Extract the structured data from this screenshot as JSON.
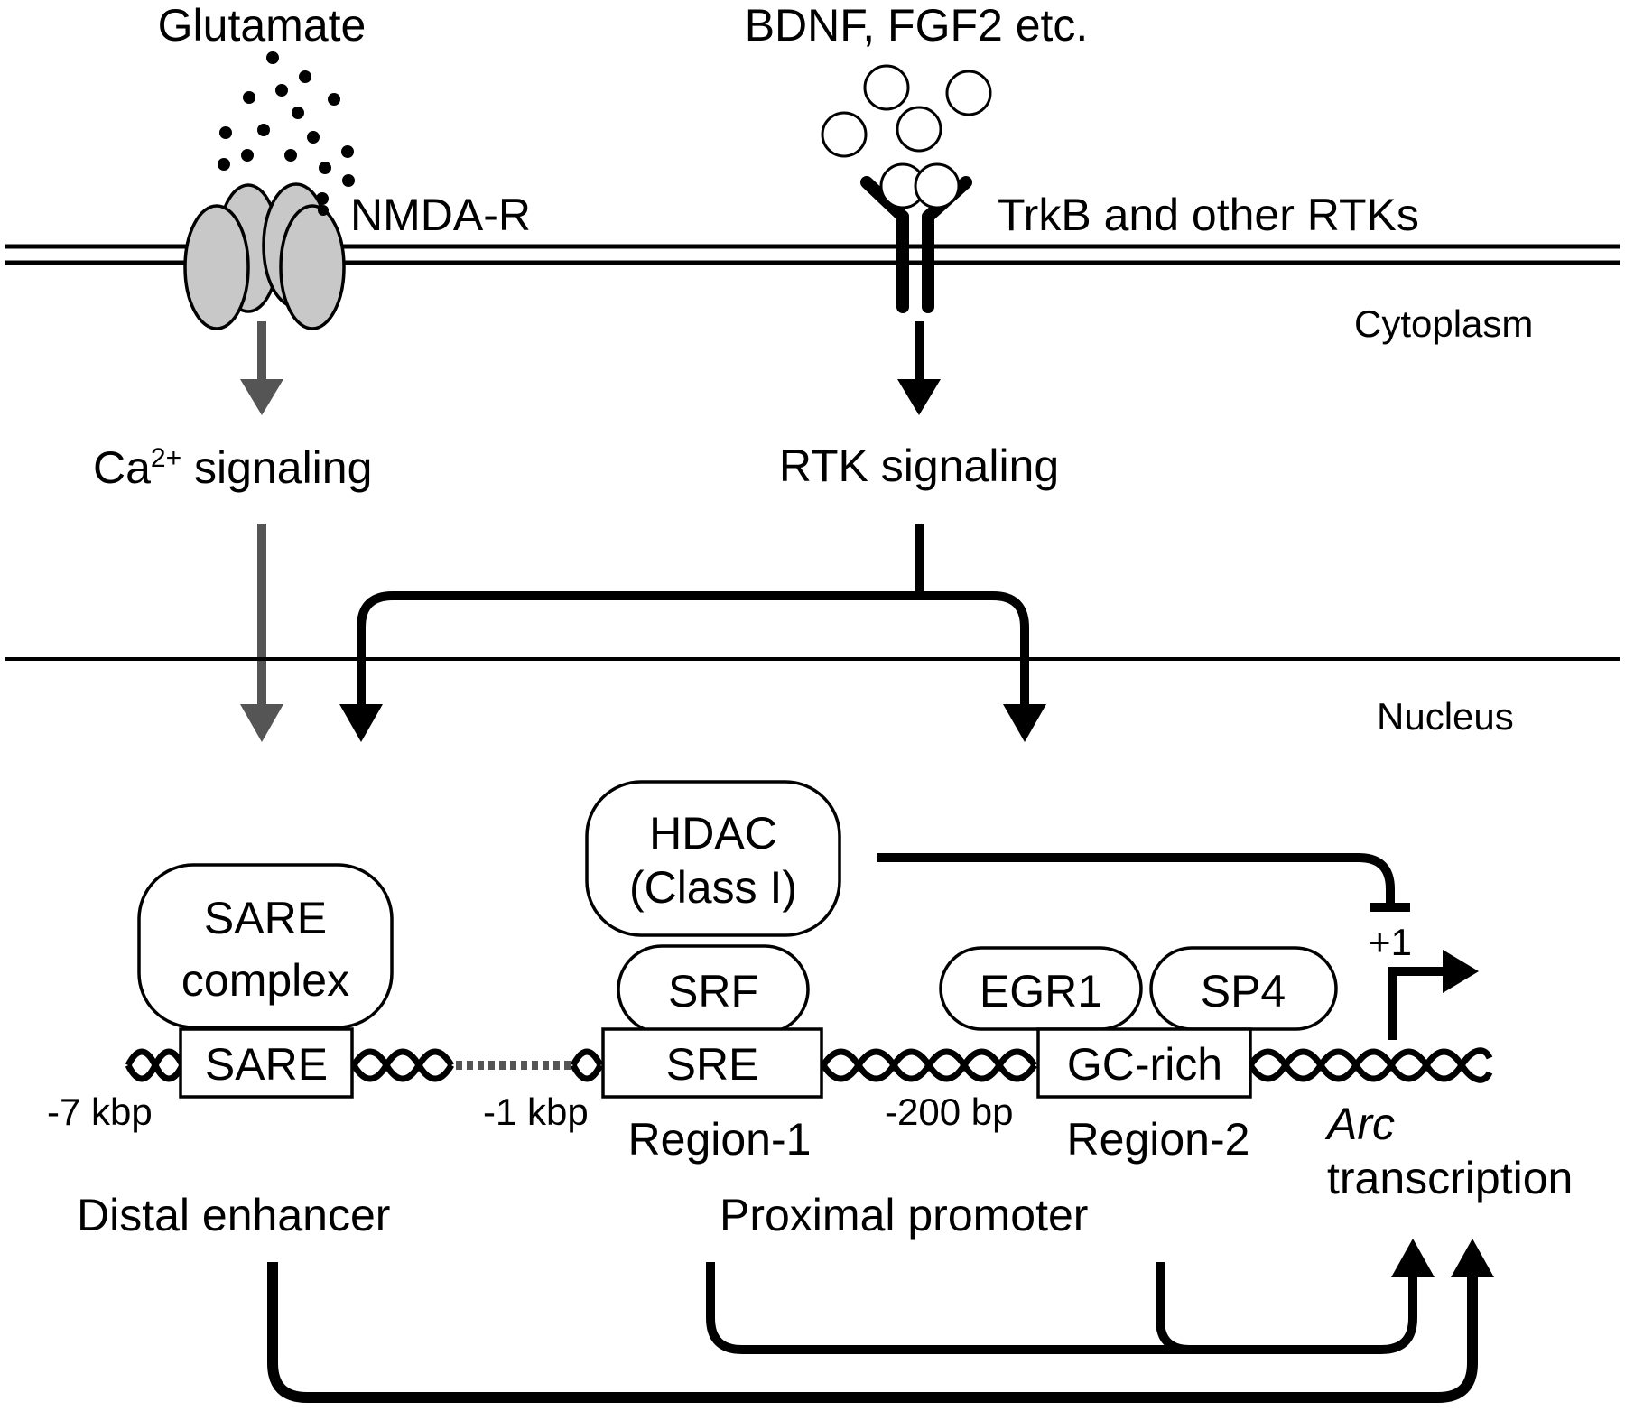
{
  "ligands": {
    "glutamate": "Glutamate",
    "growth_factors": "BDNF, FGF2 etc."
  },
  "receptors": {
    "nmda": "NMDA-R",
    "trkb": "TrkB and other RTKs"
  },
  "compartments": {
    "cytoplasm": "Cytoplasm",
    "nucleus": "Nucleus"
  },
  "signaling": {
    "ca_prefix": "Ca",
    "ca_superscript": "2+",
    "ca_suffix": " signaling",
    "rtk": "RTK signaling"
  },
  "factors": {
    "hdac_line1": "HDAC",
    "hdac_line2": "(Class I)",
    "sare_complex_line1": "SARE",
    "sare_complex_line2": "complex",
    "srf": "SRF",
    "egr1": "EGR1",
    "sp4": "SP4"
  },
  "elements": {
    "sare": "SARE",
    "sre": "SRE",
    "gc_rich": "GC-rich"
  },
  "positions": {
    "minus_7kbp": "-7 kbp",
    "minus_1kbp": "-1 kbp",
    "minus_200bp": "-200 bp",
    "plus_1": "+1"
  },
  "regions": {
    "region1": "Region-1",
    "region2": "Region-2",
    "distal": "Distal enhancer",
    "proximal": "Proximal promoter"
  },
  "output": {
    "gene": "Arc",
    "process": "transcription"
  },
  "colors": {
    "ca_arrow": "#555555",
    "channel_fill": "#c8c8c8",
    "line": "#000000"
  }
}
